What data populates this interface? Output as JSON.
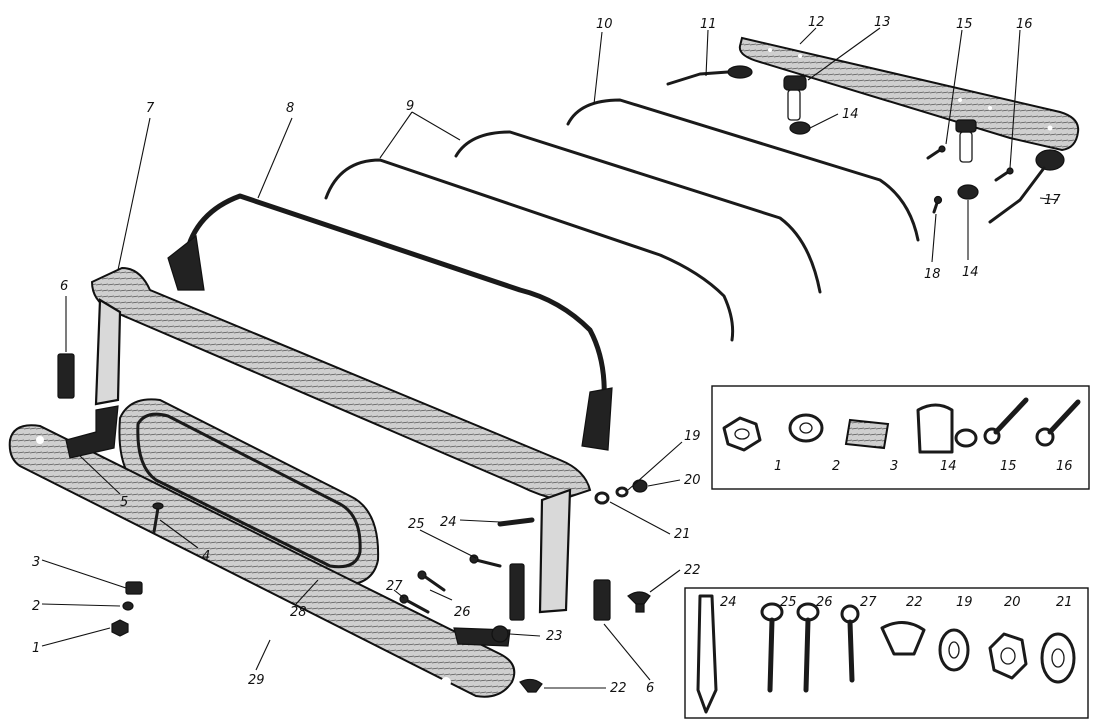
{
  "callouts": {
    "c1": "1",
    "c1b": "1",
    "c2": "2",
    "c2b": "2",
    "c3": "3",
    "c3b": "3",
    "c4": "4",
    "c5": "5",
    "c6a": "6",
    "c6b": "6",
    "c7": "7",
    "c8": "8",
    "c9": "9",
    "c10": "10",
    "c11": "11",
    "c12": "12",
    "c13": "13",
    "c14a": "14",
    "c14b": "14",
    "c14c": "14",
    "c15": "15",
    "c15b": "15",
    "c16": "16",
    "c16b": "16",
    "c17": "17",
    "c18": "18",
    "c19": "19",
    "c19b": "19",
    "c20": "20",
    "c20b": "20",
    "c21": "21",
    "c21b": "21",
    "c22a": "22",
    "c22b": "22",
    "c22c": "22",
    "c23": "23",
    "c24": "24",
    "c24b": "24",
    "c25": "25",
    "c25b": "25",
    "c26": "26",
    "c26b": "26",
    "c27": "27",
    "c27b": "27",
    "c28": "28",
    "c29": "29"
  }
}
